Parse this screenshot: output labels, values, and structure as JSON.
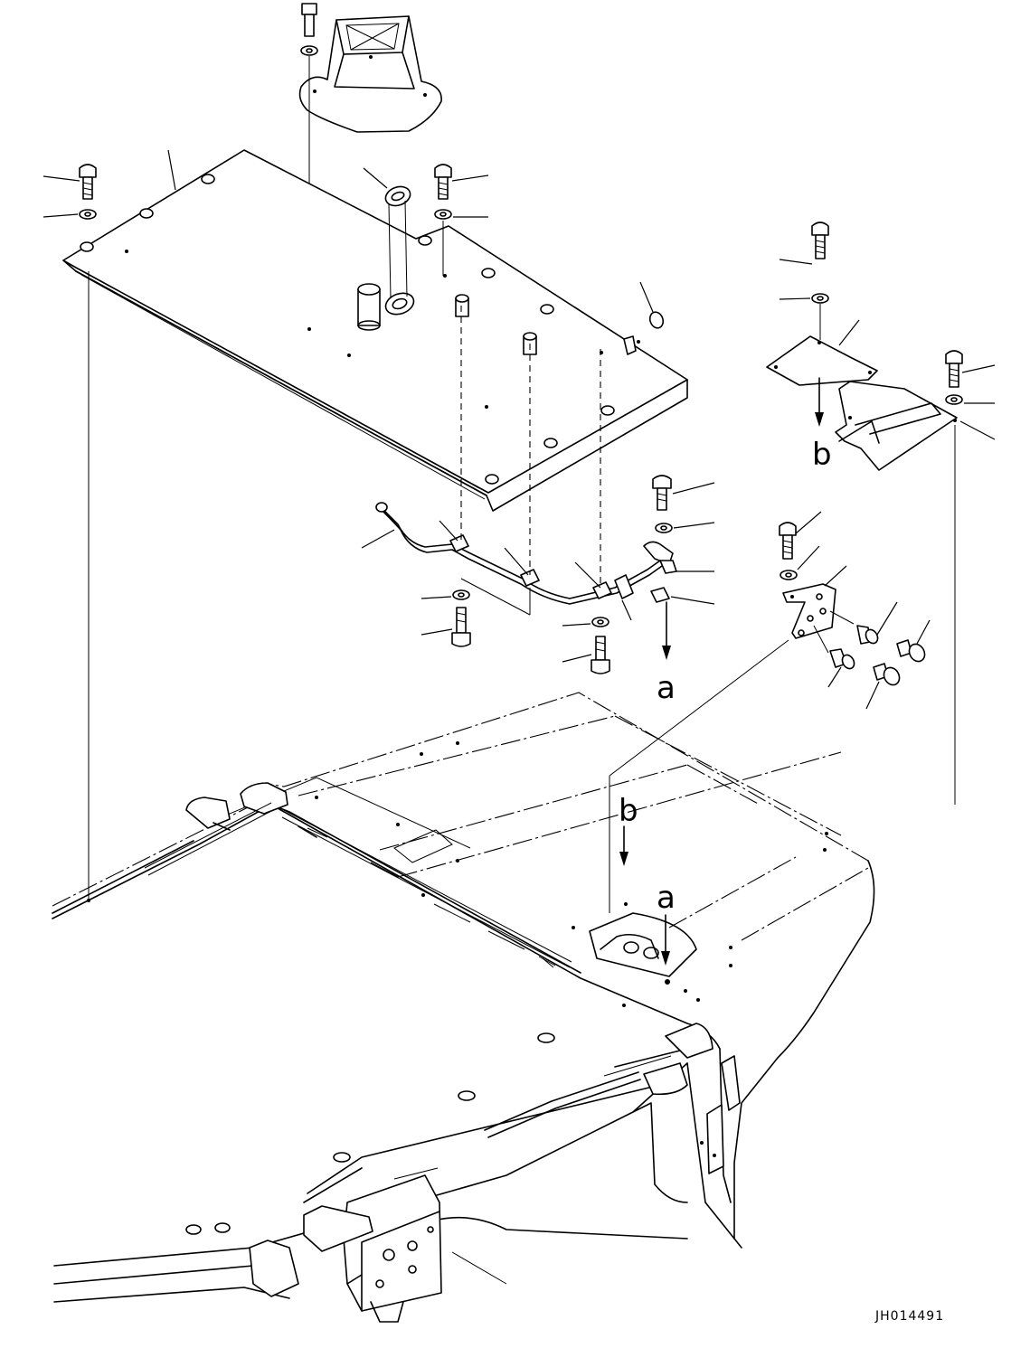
{
  "drawing": {
    "id": "JH014491",
    "view_markers": {
      "a": "a",
      "b": "b"
    }
  },
  "parts": [
    "cab-roof-cover",
    "duct-cover",
    "grommet",
    "harness",
    "clamp",
    "bracket",
    "plate",
    "bolt",
    "washer",
    "connector",
    "screw"
  ]
}
